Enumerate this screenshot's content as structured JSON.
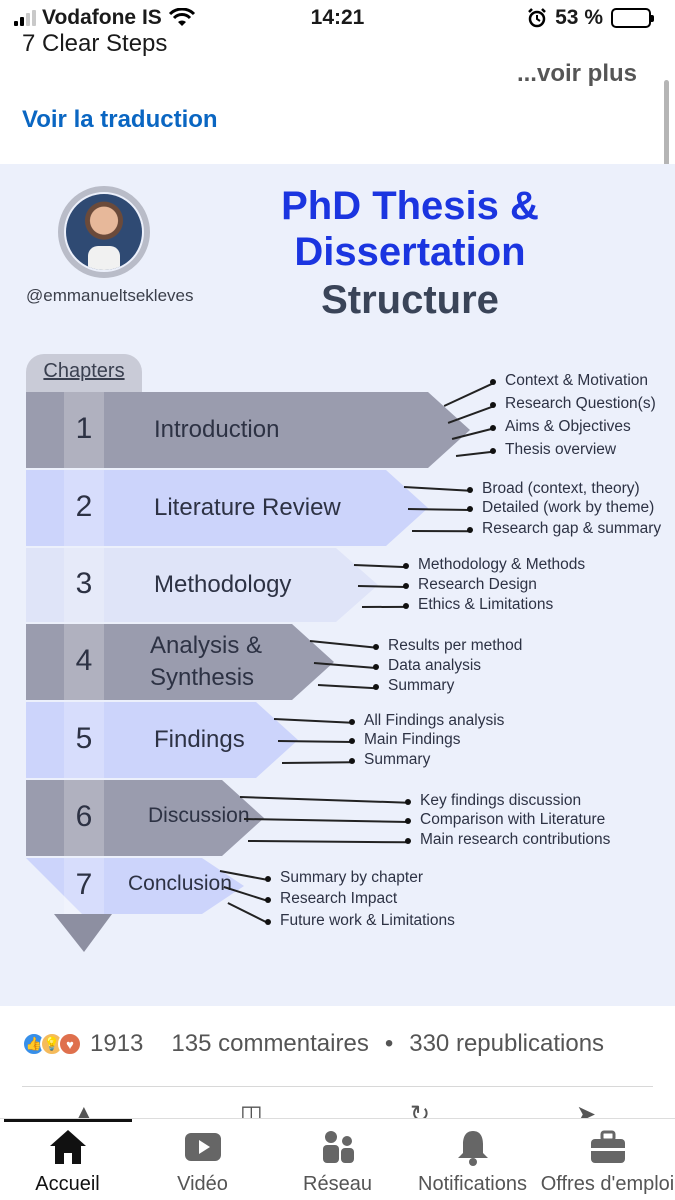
{
  "status_bar": {
    "carrier": "Vodafone IS",
    "time": "14:21",
    "battery": "53 %",
    "battery_level": 0.53
  },
  "post": {
    "snippet": "7 Clear Steps",
    "see_more": "...voir plus",
    "translate": "Voir la traduction"
  },
  "infographic": {
    "title_line1": "PhD Thesis &",
    "title_line2": "Dissertation",
    "title_line3": "Structure",
    "handle": "@emmanueltsekleves",
    "chapters_label": "Chapters",
    "chapters": [
      {
        "num": "1",
        "label": "Introduction",
        "subs": [
          "Context & Motivation",
          "Research Question(s)",
          "Aims & Objectives",
          "Thesis overview"
        ]
      },
      {
        "num": "2",
        "label": "Literature Review",
        "subs": [
          "Broad (context, theory)",
          "Detailed (work by theme)",
          "Research gap & summary"
        ]
      },
      {
        "num": "3",
        "label": "Methodology",
        "subs": [
          "Methodology & Methods",
          "Research Design",
          "Ethics & Limitations"
        ]
      },
      {
        "num": "4",
        "label": "Analysis & Synthesis",
        "subs": [
          "Results per method",
          "Data analysis",
          "Summary"
        ]
      },
      {
        "num": "5",
        "label": "Findings",
        "subs": [
          "All Findings analysis",
          "Main Findings",
          "Summary"
        ]
      },
      {
        "num": "6",
        "label": "Discussion",
        "subs": [
          "Key findings discussion",
          "Comparison with Literature",
          "Main research contributions"
        ]
      },
      {
        "num": "7",
        "label": "Conclusion",
        "subs": [
          "Summary by chapter",
          "Research Impact",
          "Future work & Limitations"
        ]
      }
    ],
    "colors": {
      "title_blue": "#1b35e0",
      "dark_band": "#9a9cae",
      "light_band": "#ccd4fb",
      "pale_band": "#dfe4f8"
    }
  },
  "social": {
    "reactions_count": "1913",
    "comments": "135 commentaires",
    "separator": "•",
    "reposts": "330 republications"
  },
  "tabs": [
    {
      "label": "Accueil",
      "icon": "home-icon",
      "active": true
    },
    {
      "label": "Vidéo",
      "icon": "video-icon",
      "active": false
    },
    {
      "label": "Réseau",
      "icon": "network-icon",
      "active": false
    },
    {
      "label": "Notifications",
      "icon": "bell-icon",
      "active": false
    },
    {
      "label": "Offres d'emploi",
      "icon": "briefcase-icon",
      "active": false
    }
  ]
}
